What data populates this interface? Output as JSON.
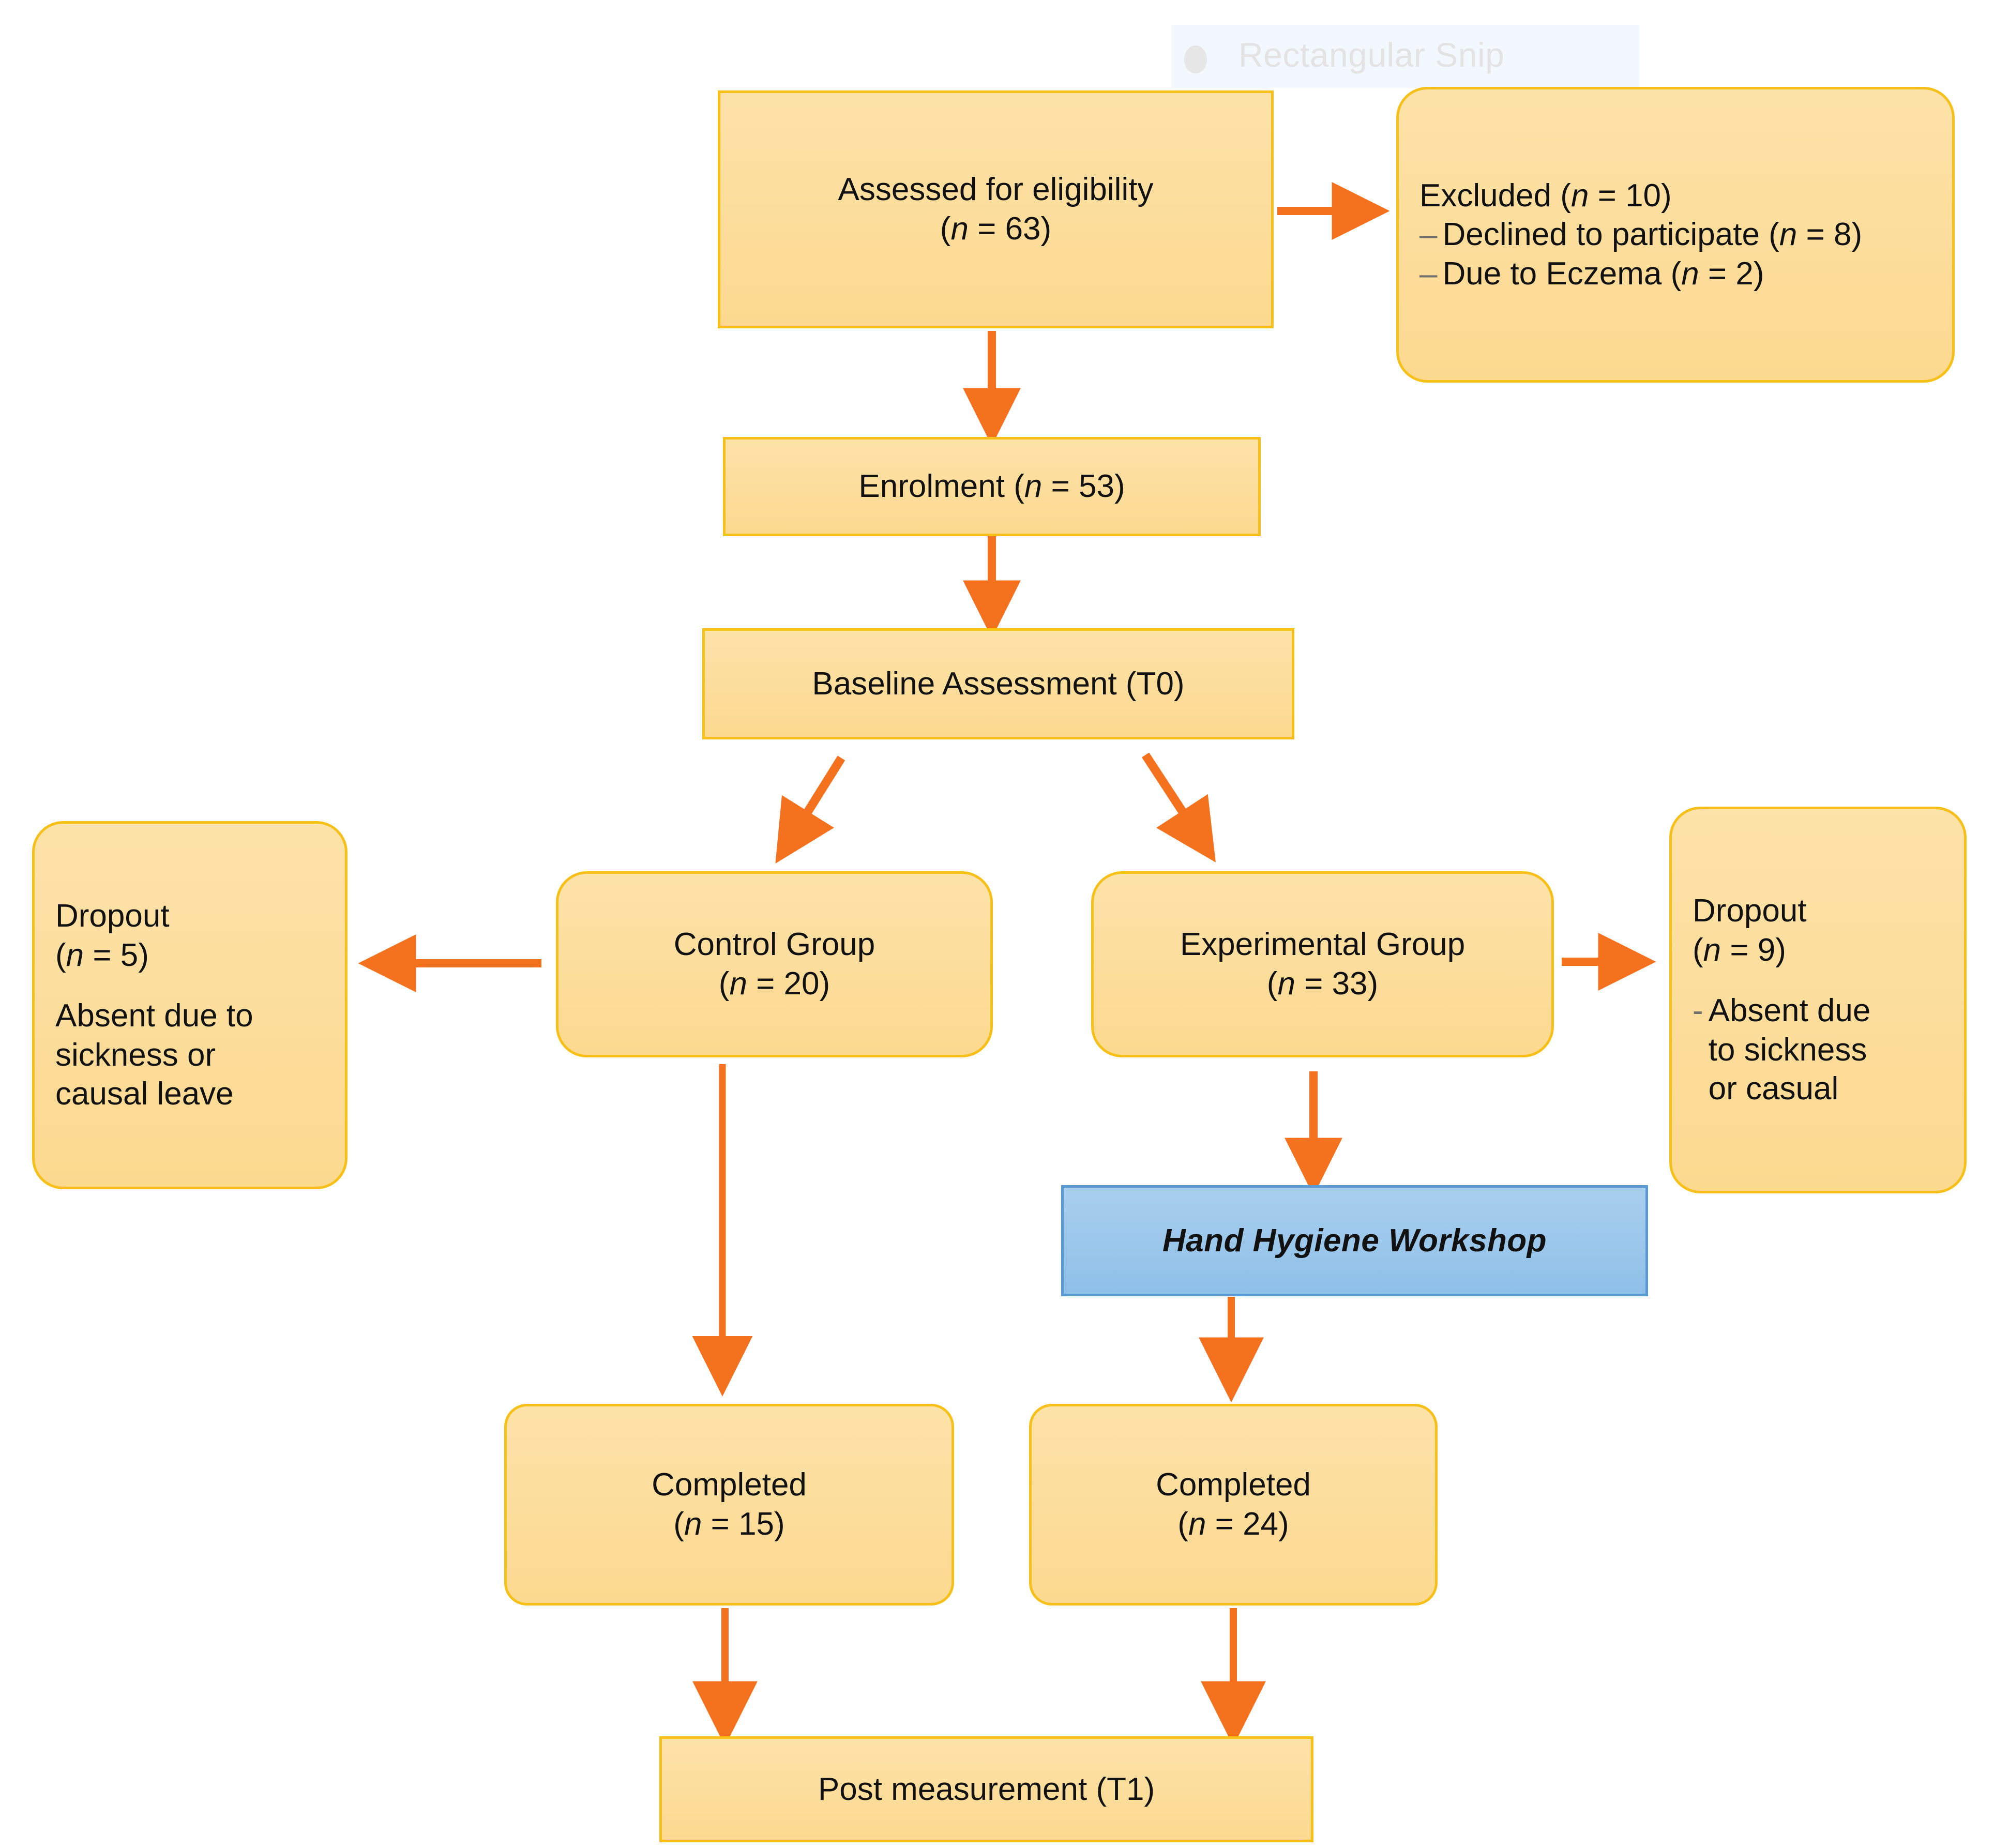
{
  "overlay": {
    "watermark_label": "Rectangular Snip",
    "dot_icon": "record-dot-icon"
  },
  "colors": {
    "box_fill": "#FCDB9A",
    "box_border": "#F6C018",
    "arrow": "#F4721E",
    "workshop_fill": "#9BC8EA",
    "workshop_border": "#5B9BD5",
    "text": "#111111",
    "background": "#FFFFFF"
  },
  "nodes": {
    "assessed": {
      "line1": "Assessed for eligibility",
      "line2_pre": "(",
      "line2_n": "n",
      "line2_post": " = 63)"
    },
    "excluded": {
      "title_pre": "Excluded (",
      "title_n": "n",
      "title_post": " = 10)",
      "bullets": [
        {
          "dash": "–",
          "text_pre": "Declined to participate (",
          "text_n": "n",
          "text_post": " = 8)"
        },
        {
          "dash": "–",
          "text_pre": "Due to Eczema (",
          "text_n": "n",
          "text_post": " = 2)"
        }
      ]
    },
    "enrolment": {
      "pre": "Enrolment (",
      "n": "n",
      "post": " = 53)"
    },
    "baseline": {
      "label": "Baseline Assessment (T0)"
    },
    "dropout_left": {
      "line1": "Dropout",
      "line2_pre": "(",
      "line2_n": "n",
      "line2_post": " = 5)",
      "line3": "Absent due to",
      "line4": "sickness or",
      "line5": "causal leave"
    },
    "control_group": {
      "line1": "Control Group",
      "line2_pre": "(",
      "line2_n": "n",
      "line2_post": " = 20)"
    },
    "experimental_group": {
      "line1": "Experimental Group",
      "line2_pre": "(",
      "line2_n": "n",
      "line2_post": " = 33)"
    },
    "dropout_right": {
      "line1": "Dropout",
      "line2_pre": "(",
      "line2_n": "n",
      "line2_post": " = 9)",
      "bullet_dash": "-",
      "bullet_l1": "Absent due",
      "bullet_l2": "to sickness",
      "bullet_l3": "or casual"
    },
    "workshop": {
      "label": "Hand Hygiene Workshop"
    },
    "completed_control": {
      "line1": "Completed",
      "line2_pre": "(",
      "line2_n": "n",
      "line2_post": " = 15)"
    },
    "completed_experimental": {
      "line1": "Completed",
      "line2_pre": "(",
      "line2_n": "n",
      "line2_post": " = 24)"
    },
    "post_measurement": {
      "label": "Post measurement (T1)"
    }
  },
  "flow": {
    "edges": [
      {
        "from": "assessed",
        "to": "excluded",
        "direction": "right"
      },
      {
        "from": "assessed",
        "to": "enrolment",
        "direction": "down"
      },
      {
        "from": "enrolment",
        "to": "baseline",
        "direction": "down"
      },
      {
        "from": "baseline",
        "to": "control_group",
        "direction": "down-left"
      },
      {
        "from": "baseline",
        "to": "experimental_group",
        "direction": "down-right"
      },
      {
        "from": "control_group",
        "to": "dropout_left",
        "direction": "left"
      },
      {
        "from": "experimental_group",
        "to": "dropout_right",
        "direction": "right"
      },
      {
        "from": "control_group",
        "to": "completed_control",
        "direction": "down"
      },
      {
        "from": "experimental_group",
        "to": "workshop",
        "direction": "down"
      },
      {
        "from": "workshop",
        "to": "completed_experimental",
        "direction": "down"
      },
      {
        "from": "completed_control",
        "to": "post_measurement",
        "direction": "down"
      },
      {
        "from": "completed_experimental",
        "to": "post_measurement",
        "direction": "down"
      }
    ]
  }
}
